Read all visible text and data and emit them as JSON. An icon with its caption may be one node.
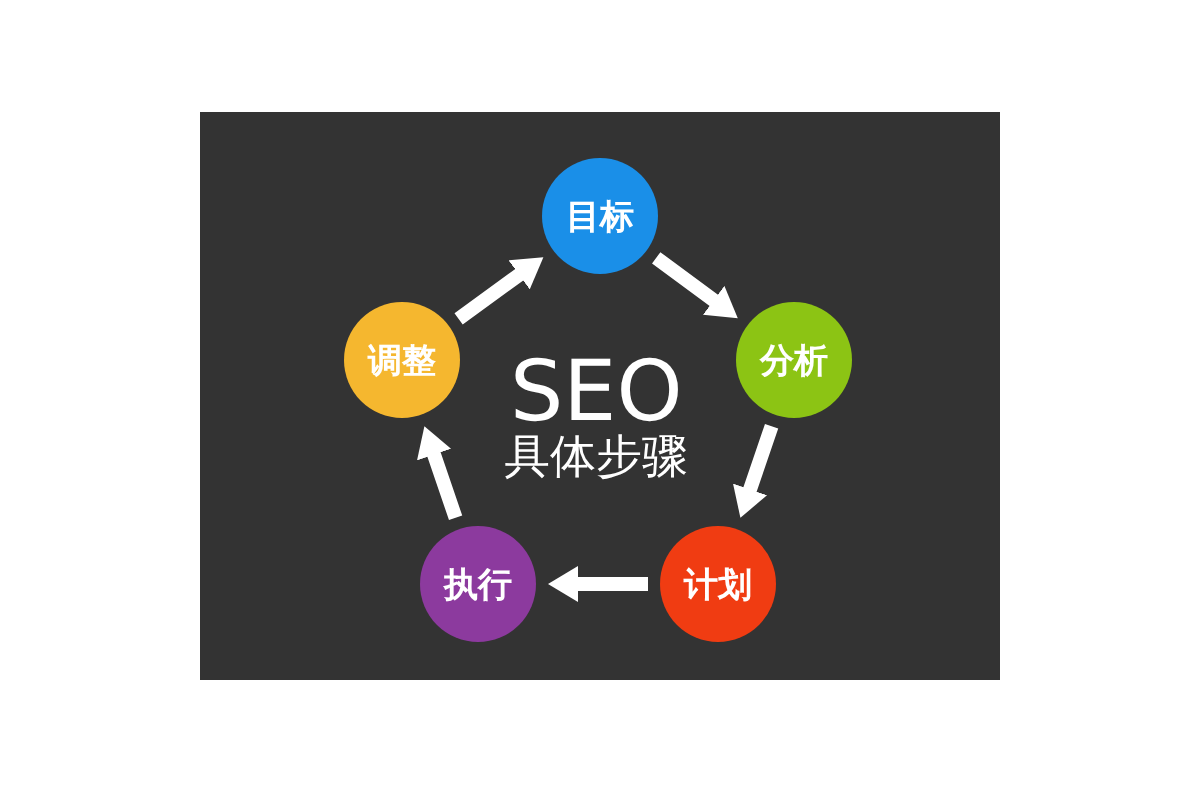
{
  "diagram": {
    "nodes": [
      {
        "text": [
          "目标"
        ]
      },
      {
        "text": [
          "分析"
        ]
      },
      {
        "text": [
          "计划"
        ]
      },
      {
        "text": [
          "执行"
        ]
      },
      {
        "text": [
          "调整"
        ]
      }
    ],
    "edges": [
      {
        "from": 0,
        "to": 1,
        "arrow": "to"
      },
      {
        "from": 1,
        "to": 2,
        "arrow": "to"
      },
      {
        "from": 2,
        "to": 3,
        "arrow": "to"
      },
      {
        "from": 3,
        "to": 4,
        "arrow": "to"
      },
      {
        "from": 4,
        "to": 0,
        "arrow": "to"
      }
    ],
    "labels": [
      "SEO",
      "具体步骤"
    ]
  }
}
